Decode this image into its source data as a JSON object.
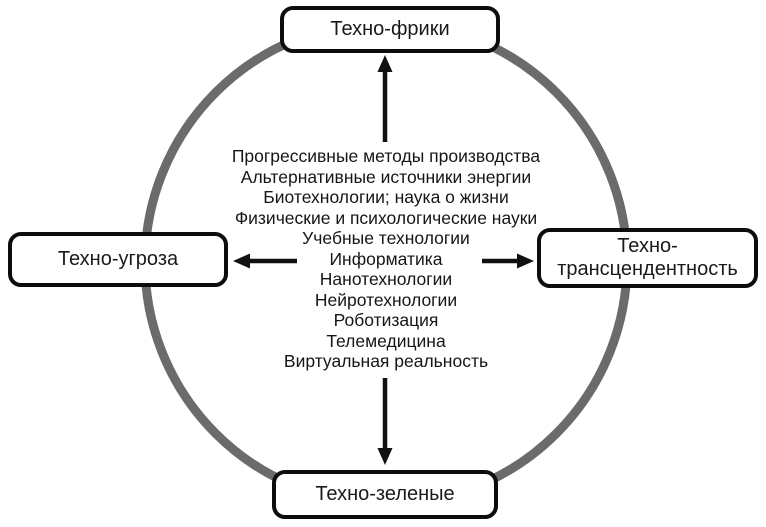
{
  "diagram": {
    "nodes": {
      "top": {
        "label": "Техно-фрики"
      },
      "left": {
        "label": "Техно-угроза"
      },
      "right": {
        "label_line1": "Техно-",
        "label_line2": "трансцендентность"
      },
      "bottom": {
        "label": "Техно-зеленые"
      }
    },
    "center_list": {
      "items": [
        "Прогрессивные методы производства",
        "Альтернативные источники энергии",
        "Биотехнологии; наука о жизни",
        "Физические и психологические науки",
        "Учебные технологии",
        "Информатика",
        "Нанотехнологии",
        "Нейротехнологии",
        "Роботизация",
        "Телемедицина",
        "Виртуальная реальность"
      ]
    },
    "colors": {
      "circle": "#6b6b6b",
      "arrow": "#111111",
      "node_border": "#0d0d0d",
      "background": "#ffffff",
      "text": "#1a1a1a"
    }
  }
}
